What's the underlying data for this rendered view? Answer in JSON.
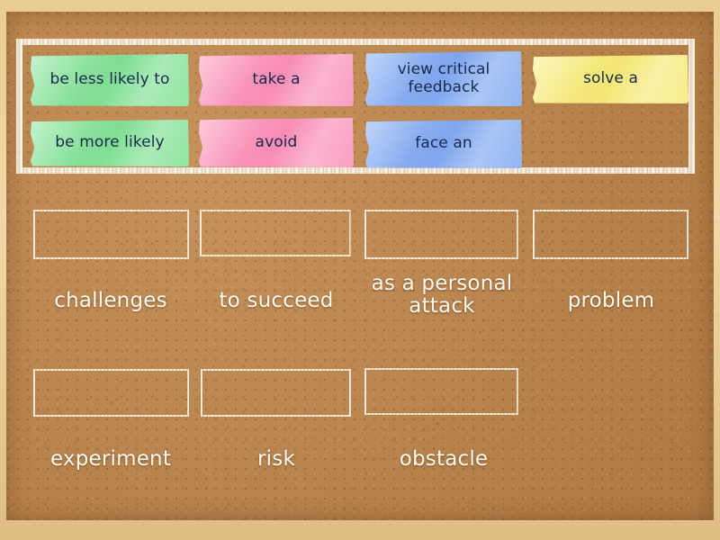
{
  "app": {
    "type": "drag-and-drop-word-match-activity",
    "board_style": "corkboard",
    "frame_color": "#e9cb93",
    "cork_color": "#c0884f"
  },
  "tile_tray": {
    "label": "word-tile-tray",
    "border_color": "#fdf8ee",
    "tiles": [
      {
        "id": "tile-1",
        "text": "be less likely to",
        "color_name": "green",
        "color": "#7fdd93",
        "row": 1,
        "col": 1
      },
      {
        "id": "tile-2",
        "text": "take a",
        "color_name": "pink",
        "color": "#f88bb4",
        "row": 1,
        "col": 2
      },
      {
        "id": "tile-3",
        "text": "view critical feedback",
        "color_name": "blue",
        "color": "#7fa5ee",
        "row": 1,
        "col": 3
      },
      {
        "id": "tile-4",
        "text": "solve a",
        "color_name": "yellow",
        "color": "#f3e571",
        "row": 1,
        "col": 4
      },
      {
        "id": "tile-5",
        "text": "be more likely",
        "color_name": "green",
        "color": "#7fdd93",
        "row": 2,
        "col": 1
      },
      {
        "id": "tile-6",
        "text": "avoid",
        "color_name": "pink",
        "color": "#f88bb4",
        "row": 2,
        "col": 2
      },
      {
        "id": "tile-7",
        "text": "face an",
        "color_name": "blue",
        "color": "#7fa5ee",
        "row": 2,
        "col": 3
      }
    ]
  },
  "answer_slots": {
    "label": "answer-drop-zones",
    "text_color": "#fdfaf2",
    "row1": [
      {
        "id": "slot-1",
        "dropbox_empty": true,
        "label": "challenges"
      },
      {
        "id": "slot-2",
        "dropbox_empty": true,
        "label": "to succeed"
      },
      {
        "id": "slot-3",
        "dropbox_empty": true,
        "label": "as a personal attack"
      },
      {
        "id": "slot-4",
        "dropbox_empty": true,
        "label": "problem"
      }
    ],
    "row2": [
      {
        "id": "slot-5",
        "dropbox_empty": true,
        "label": "experiment"
      },
      {
        "id": "slot-6",
        "dropbox_empty": true,
        "label": "risk"
      },
      {
        "id": "slot-7",
        "dropbox_empty": true,
        "label": "obstacle"
      }
    ]
  }
}
